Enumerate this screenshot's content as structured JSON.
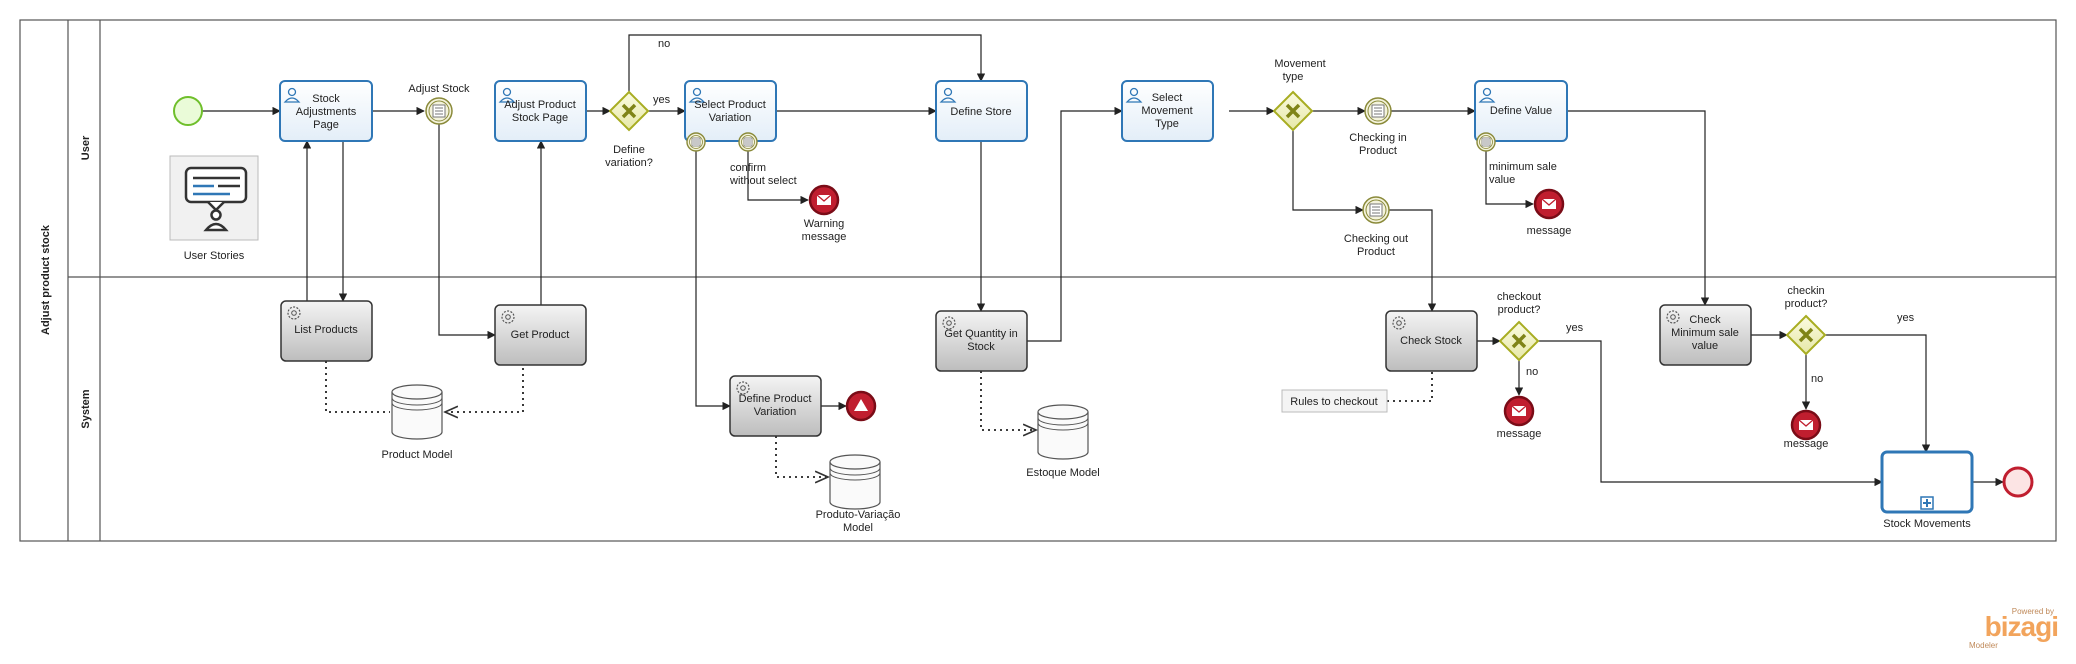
{
  "pool": {
    "label": "Adjust product stock"
  },
  "lanes": [
    {
      "label": "User"
    },
    {
      "label": "System"
    }
  ],
  "tasks": {
    "stock_adjustments_page": [
      "Stock",
      "Adjustments",
      "Page"
    ],
    "adjust_product_stock_page": [
      "Adjust Product",
      "Stock Page"
    ],
    "select_product_variation": [
      "Select Product",
      "Variation"
    ],
    "define_store": [
      "Define Store"
    ],
    "select_movement_type": [
      "Select",
      "Movement",
      "Type"
    ],
    "define_value": [
      "Define Value"
    ],
    "list_products": [
      "List Products"
    ],
    "get_product": [
      "Get Product"
    ],
    "define_product_variation": [
      "Define Product",
      "Variation"
    ],
    "get_quantity_in_stock": [
      "Get Quantity in",
      "Stock"
    ],
    "check_stock": [
      "Check Stock"
    ],
    "check_minimum_sale_value": [
      "Check",
      "Minimum sale",
      "value"
    ],
    "stock_movements": [
      "Stock Movements"
    ]
  },
  "events": {
    "adjust_stock": [
      "Adjust Stock"
    ],
    "confirm_without_select": [
      "confirm",
      "without select"
    ],
    "warning_message": [
      "Warning",
      "message"
    ],
    "checking_in_product": [
      "Checking in",
      "Product"
    ],
    "checking_out_product": [
      "Checking out",
      "Product"
    ],
    "minimum_sale_value": [
      "minimum sale",
      "value"
    ],
    "message_value": [
      "message"
    ],
    "message_checkout": [
      "message"
    ],
    "message_checkin": [
      "message"
    ]
  },
  "gateways": {
    "define_variation": [
      "Define",
      "variation?"
    ],
    "movement_type": [
      "Movement",
      "type"
    ],
    "checkout_product": [
      "checkout",
      "product?"
    ],
    "checkin_product": [
      "checkin",
      "product?"
    ]
  },
  "flow_labels": {
    "no_top": "no",
    "yes_variation": "yes",
    "no_checkout": "no",
    "yes_checkout": "yes",
    "no_checkin": "no",
    "yes_checkin": "yes"
  },
  "data_stores": {
    "product_model": [
      "Product  Model"
    ],
    "produto_variacao_model": [
      "Produto-Variação",
      "Model"
    ],
    "estoque_model": [
      "Estoque Model"
    ]
  },
  "artifacts": {
    "user_stories": [
      "User Stories"
    ],
    "rules_to_checkout": "Rules to checkout"
  },
  "branding": {
    "powered_by": "Powered by",
    "name": "bizagi",
    "product": "Modeler"
  },
  "colors": {
    "user_task_stroke": "#2f77b6",
    "service_task_fill": "#d9d9d9",
    "gateway": "#c3c83a",
    "end_event": "#c01e2f",
    "start_event": "#6fbf2b",
    "brand": "#f2a45c"
  }
}
